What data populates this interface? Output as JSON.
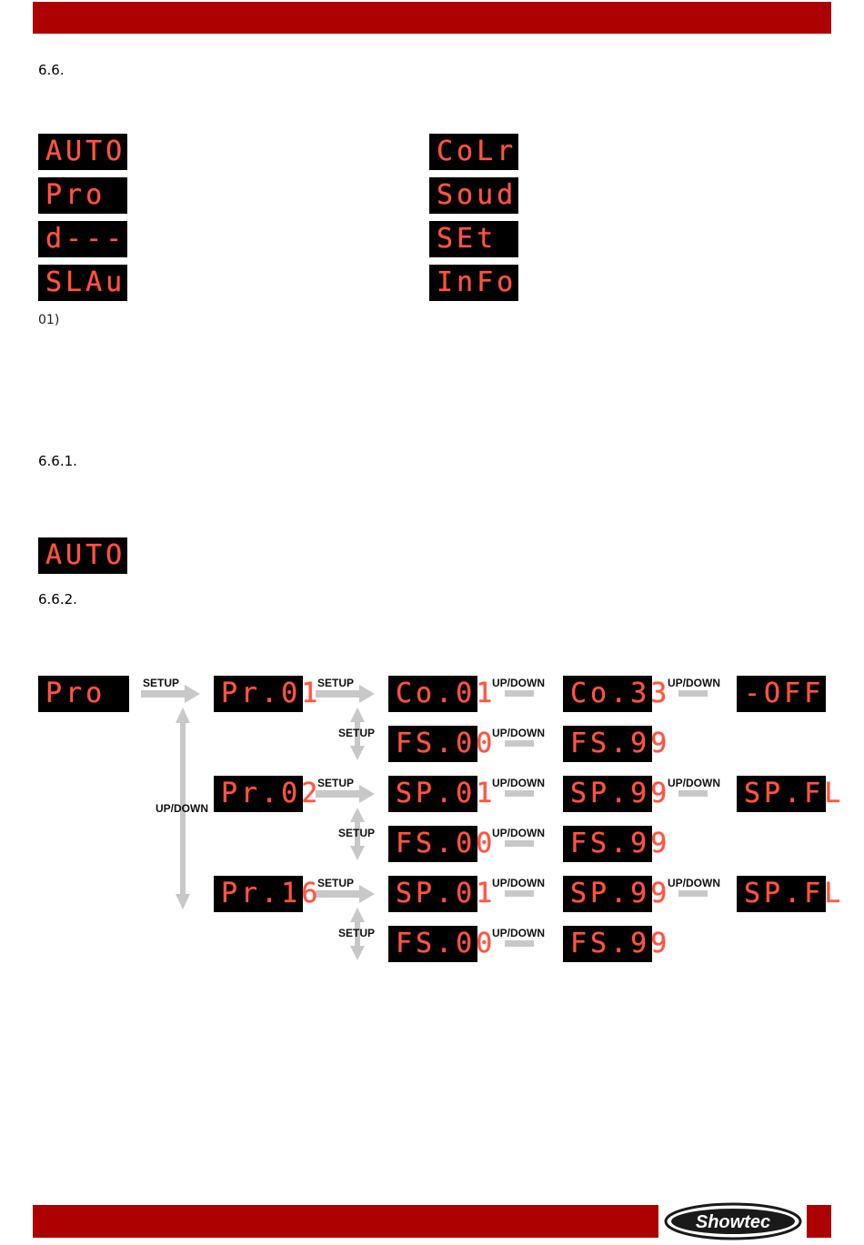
{
  "sections": {
    "s66": "6.6.",
    "s661": "6.6.1.",
    "s662": "6.6.2."
  },
  "footnote": "01)",
  "menu_displays": {
    "left": [
      "AUTO",
      "Pro",
      "d---",
      "SLAu"
    ],
    "right": [
      "CoLr",
      "Soud",
      "SEt",
      "InFo"
    ]
  },
  "auto_display": "AUTO",
  "flow": {
    "start": "Pro",
    "programs": [
      "Pr.01",
      "Pr.02",
      "Pr.16"
    ],
    "row1": [
      "Co.01",
      "Co.33",
      "-OFF"
    ],
    "row2": [
      "FS.00",
      "FS.99"
    ],
    "row3": [
      "SP.01",
      "SP.99",
      "SP.FL"
    ],
    "row4": [
      "FS.00",
      "FS.99"
    ],
    "row5": [
      "SP.01",
      "SP.99",
      "SP.FL"
    ],
    "row6": [
      "FS.00",
      "FS.99"
    ],
    "labels": {
      "setup": "SETUP",
      "updown": "UP/DOWN"
    }
  },
  "brand": {
    "logo_text": "Showtec",
    "accent": "#ad0000",
    "display_color": "#ff5540"
  }
}
